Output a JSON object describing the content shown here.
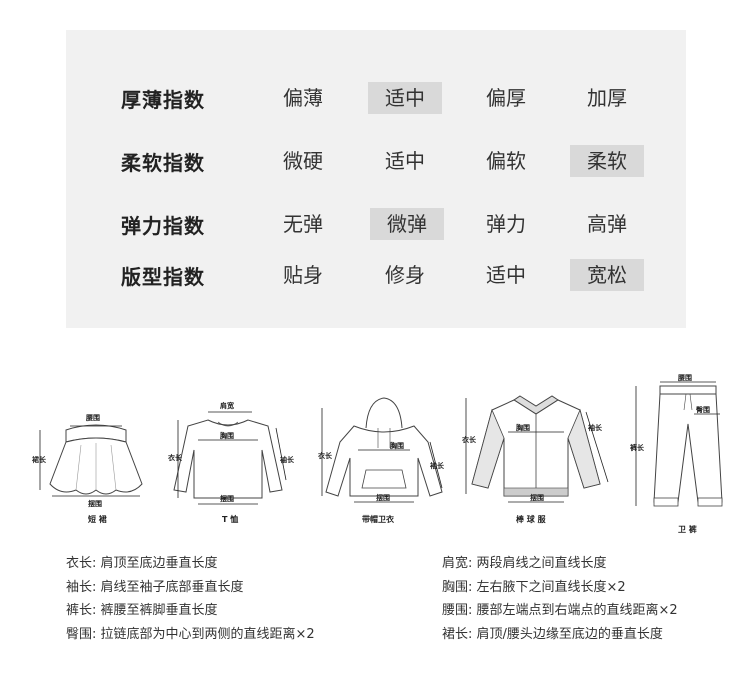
{
  "indices": [
    {
      "label": "厚薄指数",
      "options": [
        "偏薄",
        "适中",
        "偏厚",
        "加厚"
      ],
      "selected": 1
    },
    {
      "label": "柔软指数",
      "options": [
        "微硬",
        "适中",
        "偏软",
        "柔软"
      ],
      "selected": 3
    },
    {
      "label": "弹力指数",
      "options": [
        "无弹",
        "微弹",
        "弹力",
        "高弹"
      ],
      "selected": 1
    },
    {
      "label": "版型指数",
      "options": [
        "贴身",
        "修身",
        "适中",
        "宽松"
      ],
      "selected": 3
    }
  ],
  "diagrams": [
    {
      "name": "短裙",
      "caption": "短 裙",
      "labels": {
        "top": "腰围",
        "side": "裙长",
        "bottom": "摆围"
      }
    },
    {
      "name": "T恤",
      "caption": "T 恤",
      "labels": {
        "top": "肩宽",
        "chest": "胸围",
        "side": "衣长",
        "sleeve": "袖长",
        "bottom": "摆围"
      }
    },
    {
      "name": "带帽卫衣",
      "caption": "带帽卫衣",
      "labels": {
        "chest": "胸围",
        "side": "衣长",
        "sleeve": "袖长",
        "bottom": "摆围"
      }
    },
    {
      "name": "棒球服",
      "caption": "棒 球 服",
      "labels": {
        "chest": "胸围",
        "side": "衣长",
        "sleeve": "袖长",
        "bottom": "摆围"
      }
    },
    {
      "name": "卫裤",
      "caption": "卫 裤",
      "labels": {
        "top": "腰围",
        "hip": "臀围",
        "side": "裤长"
      }
    }
  ],
  "definitions": {
    "left": [
      {
        "term": "衣长:",
        "desc": "肩顶至底边垂直长度"
      },
      {
        "term": "袖长:",
        "desc": "肩线至袖子底部垂直长度"
      },
      {
        "term": "裤长:",
        "desc": "裤腰至裤脚垂直长度"
      },
      {
        "term": "臀围:",
        "desc": "拉链底部为中心到两侧的直线距离×2"
      }
    ],
    "right": [
      {
        "term": "肩宽:",
        "desc": "两段肩线之间直线长度"
      },
      {
        "term": "胸围:",
        "desc": "左右腋下之间直线长度×2"
      },
      {
        "term": "腰围:",
        "desc": "腰部左端点到右端点的直线距离×2"
      },
      {
        "term": "裙长:",
        "desc": "肩顶/腰头边缘至底边的垂直长度"
      }
    ]
  }
}
